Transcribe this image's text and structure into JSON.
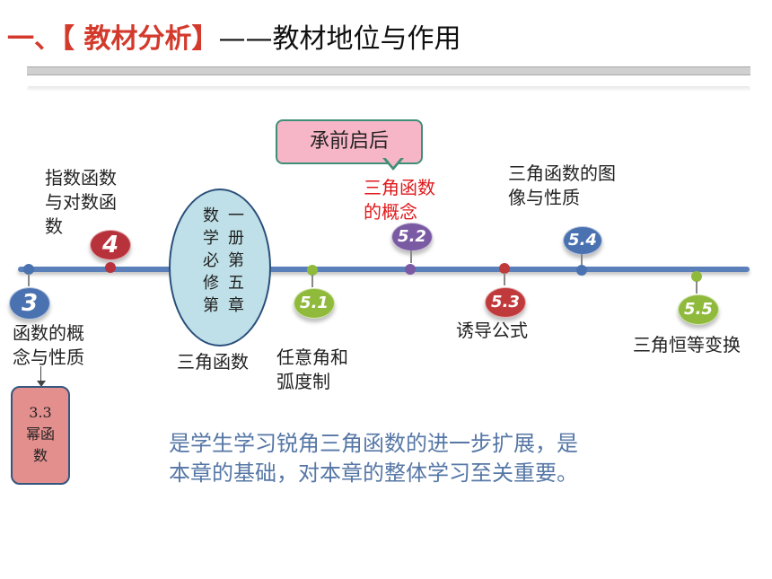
{
  "header": {
    "prefix": "一、【 教材分析】",
    "suffix": "——教材地位与作用"
  },
  "callout": "承前启后",
  "chapter_ellipse": {
    "col1": [
      "数",
      "学",
      "必",
      "修",
      "第"
    ],
    "col2": [
      "一",
      "册",
      "第",
      "五",
      "章"
    ],
    "caption": "三角函数"
  },
  "nodes": [
    {
      "id": "3",
      "label": [
        "函数的概",
        "念与性质"
      ],
      "color": "#4a72b0"
    },
    {
      "id": "4",
      "label": [
        "指数函数",
        "与对数函",
        "数"
      ],
      "color": "#b8323c"
    },
    {
      "id": "5.1",
      "label": [
        "任意角和",
        "弧度制"
      ],
      "color": "#8fba3c"
    },
    {
      "id": "5.2",
      "label": [
        "三角函数",
        "的概念"
      ],
      "color": "#7a5aa3",
      "label_color": "#e0191b"
    },
    {
      "id": "5.3",
      "label": [
        "诱导公式"
      ],
      "color": "#c03a3c"
    },
    {
      "id": "5.4",
      "label": [
        "三角函数的图",
        "像与性质"
      ],
      "color": "#4a72b0"
    },
    {
      "id": "5.5",
      "label": [
        "三角恒等变换"
      ],
      "color": "#8fba3c"
    }
  ],
  "sub_box": {
    "lines": [
      "3.3",
      "幂函",
      "数"
    ]
  },
  "summary": [
    "是学生学习锐角三角函数的进一步扩展，是",
    "本章的基础，对本章的整体学习至关重要。"
  ]
}
